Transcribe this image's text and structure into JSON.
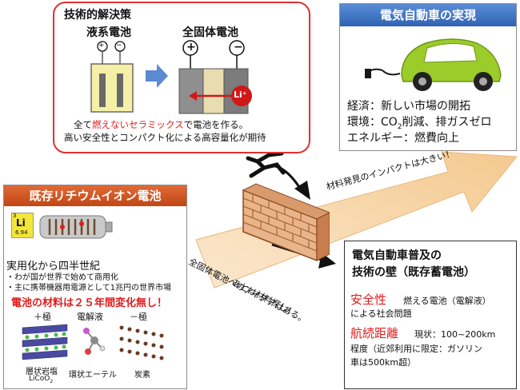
{
  "tech_solution": {
    "title": "技術的解決策",
    "liquid_label": "液系電池",
    "solid_label": "全固体電池",
    "plus_symbol": "+",
    "minus_symbol": "−",
    "li_ion_label": "Li⁺",
    "desc_pre": "全て",
    "desc_highlight": "燃えないセラミックス",
    "desc_post": "で電池を作る。",
    "desc_line2": "高い安全性とコンパクト化による高容量化が期待"
  },
  "ev_realization": {
    "title": "電気自動車の実現",
    "economy": "経済：新しい市場の開拓",
    "environment_pre": "環境：CO",
    "environment_sub": "2",
    "environment_post": "削減、排ガスゼロ",
    "energy": "エネルギー：燃費向上"
  },
  "li_ion": {
    "title": "既存リチウムイオン電池",
    "element_number": "3",
    "element_symbol": "Li",
    "element_mass": "6.94",
    "subtitle": "実用化から四半世紀",
    "bullet1": "・わが国が世界で始めて商用化",
    "bullet2": "・主に携帯機器用電源として1兆円の世界市場",
    "highlight": "電池の材料は２５年間変化無し！",
    "positive_label": "＋極",
    "electrolyte_label": "電解液",
    "negative_label": "－極",
    "layered_label": "層状岩塩",
    "licoo2_pre": "LiCoO",
    "licoo2_sub": "2",
    "ether_label": "環状エーテル",
    "carbon_label": "炭素"
  },
  "arrows": {
    "upper_text": "材料発見のインパクトは大きい！",
    "lower_line1": "全固体電池へのアイデアはある。",
    "lower_line2": "あとは材料探し！"
  },
  "wall_box": {
    "title_line1": "電気自動車普及の",
    "title_line2": "技術の壁（既存蓄電池）",
    "safety_label": "安全性",
    "safety_desc": "燃える電池（電解液）",
    "safety_desc2": "による社会問題",
    "range_label": "航続距離",
    "range_desc": "現状：100~200km",
    "range_desc2": "程度（近郊利用に限定：ガソリン",
    "range_desc3": "車は500km超）"
  },
  "colors": {
    "red": "#e21b1b",
    "blue_header": "#3a6fc2",
    "orange_header": "#d4561e",
    "arrow_fill": "#f6d3a6",
    "car_green": "#9ccc2a"
  }
}
